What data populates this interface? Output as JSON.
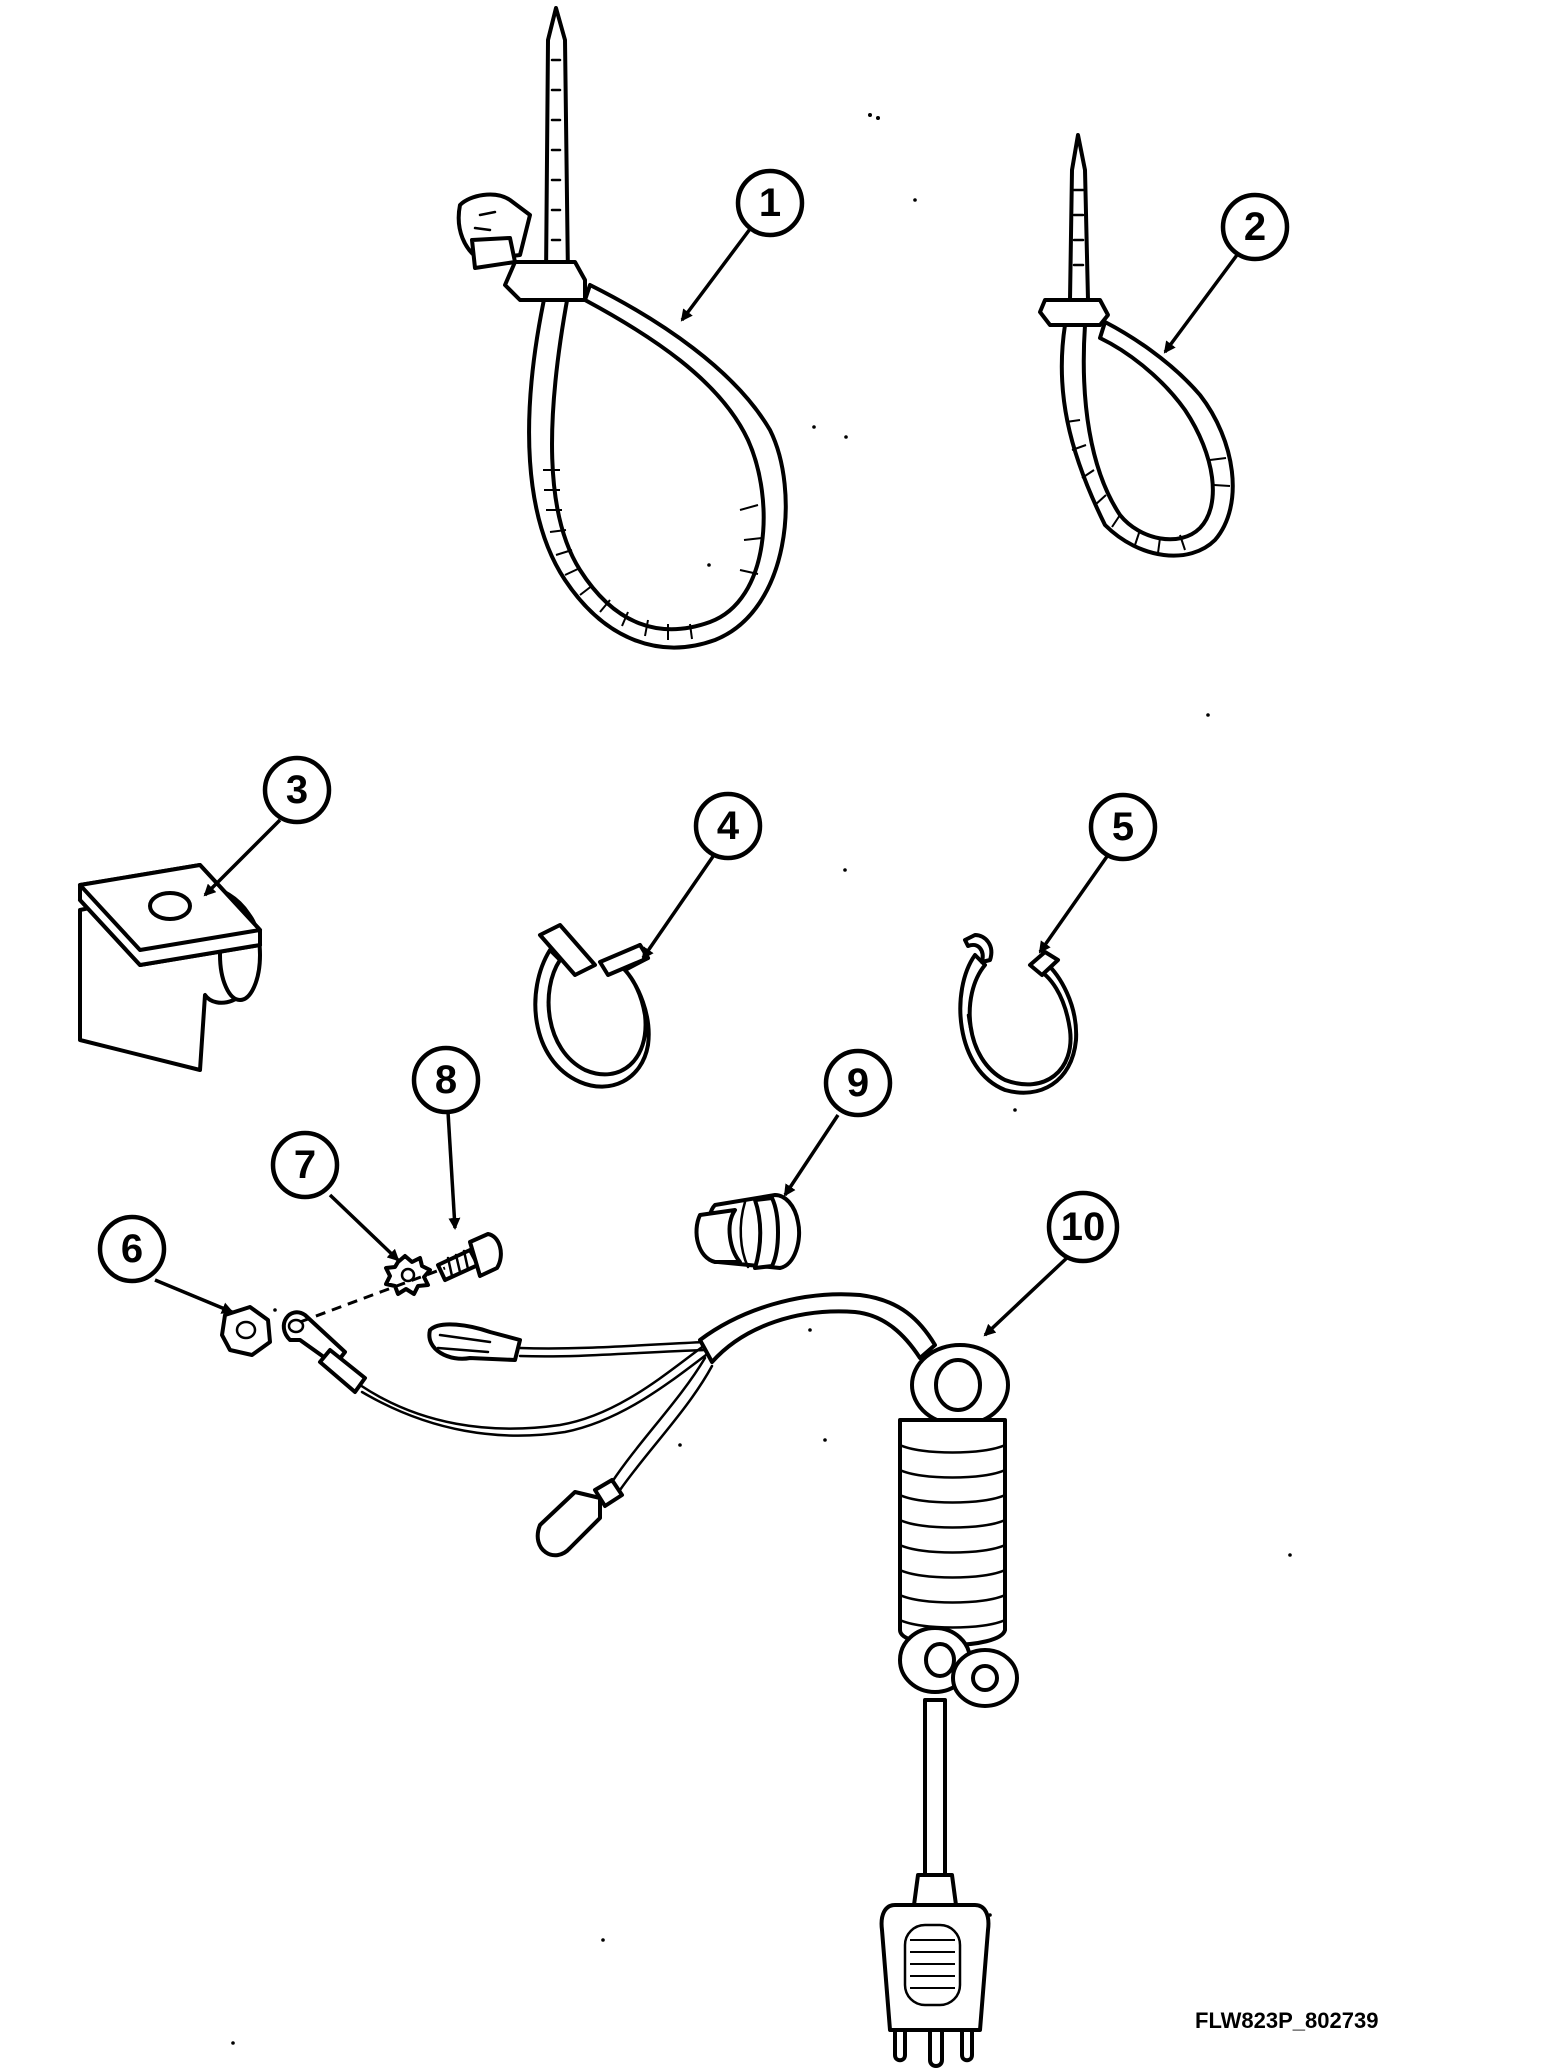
{
  "diagram": {
    "callouts": [
      "1",
      "2",
      "3",
      "4",
      "5",
      "6",
      "7",
      "8",
      "9",
      "10"
    ],
    "drawing_code": "FLW823P_802739",
    "colors": {
      "ink": "#000000",
      "paper": "#ffffff"
    }
  }
}
